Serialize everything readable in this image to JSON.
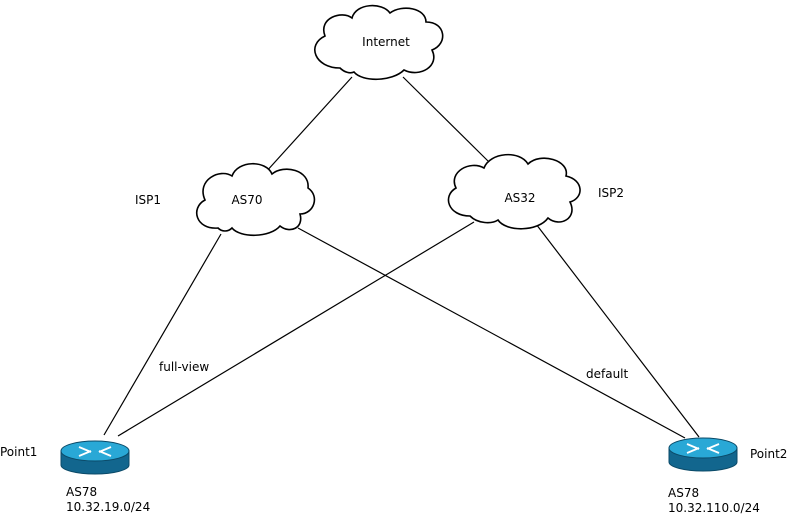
{
  "nodes": {
    "internet": {
      "label": "Internet"
    },
    "as70": {
      "label": "AS70",
      "side_label": "ISP1"
    },
    "as32": {
      "label": "AS32",
      "side_label": "ISP2"
    },
    "point1": {
      "label": "Point1",
      "as": "AS78",
      "prefix": "10.32.19.0/24"
    },
    "point2": {
      "label": "Point2",
      "as": "AS78",
      "prefix": "10.32.110.0/24"
    }
  },
  "links": {
    "full_view": "full-view",
    "default": "default"
  },
  "colors": {
    "router_fill": "#1e88b8",
    "router_top": "#29a8d6",
    "router_side": "#12668e",
    "line": "#000000"
  }
}
